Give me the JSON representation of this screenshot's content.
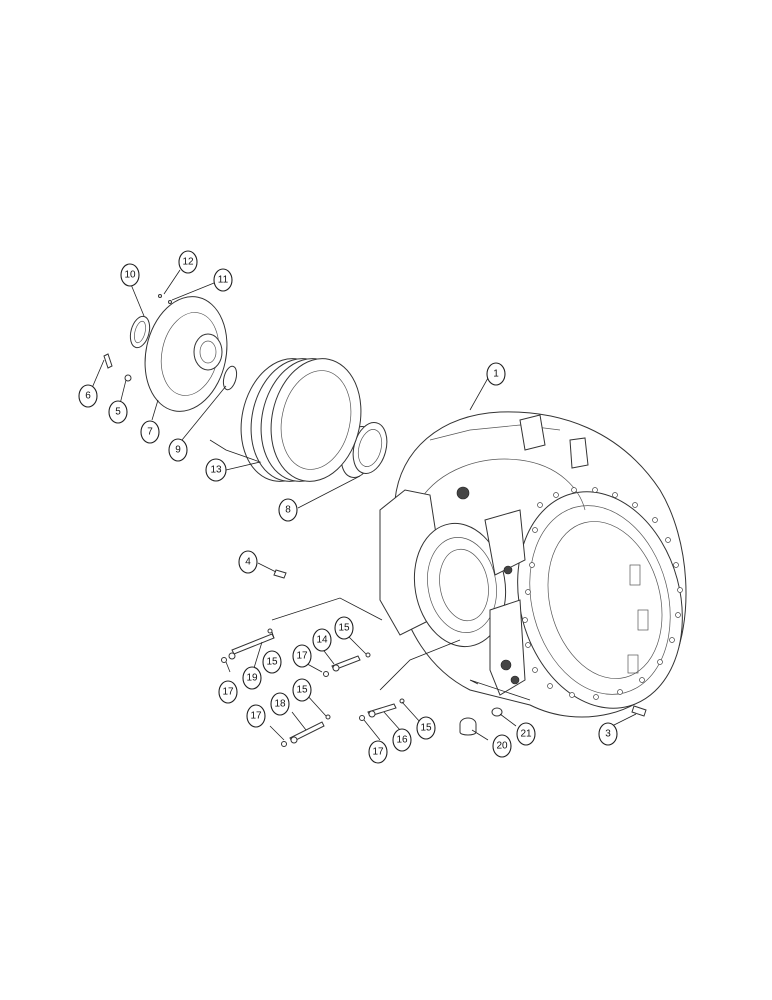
{
  "diagram": {
    "callouts": [
      {
        "id": "c10",
        "label": "10"
      },
      {
        "id": "c12",
        "label": "12"
      },
      {
        "id": "c11",
        "label": "11"
      },
      {
        "id": "c6",
        "label": "6"
      },
      {
        "id": "c5",
        "label": "5"
      },
      {
        "id": "c7",
        "label": "7"
      },
      {
        "id": "c9",
        "label": "9"
      },
      {
        "id": "c13",
        "label": "13"
      },
      {
        "id": "c8",
        "label": "8"
      },
      {
        "id": "c1",
        "label": "1"
      },
      {
        "id": "c4",
        "label": "4"
      },
      {
        "id": "c14",
        "label": "14"
      },
      {
        "id": "c15a",
        "label": "15"
      },
      {
        "id": "c17a",
        "label": "17"
      },
      {
        "id": "c15b",
        "label": "15"
      },
      {
        "id": "c19",
        "label": "19"
      },
      {
        "id": "c17b",
        "label": "17"
      },
      {
        "id": "c15c",
        "label": "15"
      },
      {
        "id": "c18",
        "label": "18"
      },
      {
        "id": "c17c",
        "label": "17"
      },
      {
        "id": "c15d",
        "label": "15"
      },
      {
        "id": "c16",
        "label": "16"
      },
      {
        "id": "c17d",
        "label": "17"
      },
      {
        "id": "c20",
        "label": "20"
      },
      {
        "id": "c21",
        "label": "21"
      },
      {
        "id": "c3",
        "label": "3"
      }
    ]
  }
}
